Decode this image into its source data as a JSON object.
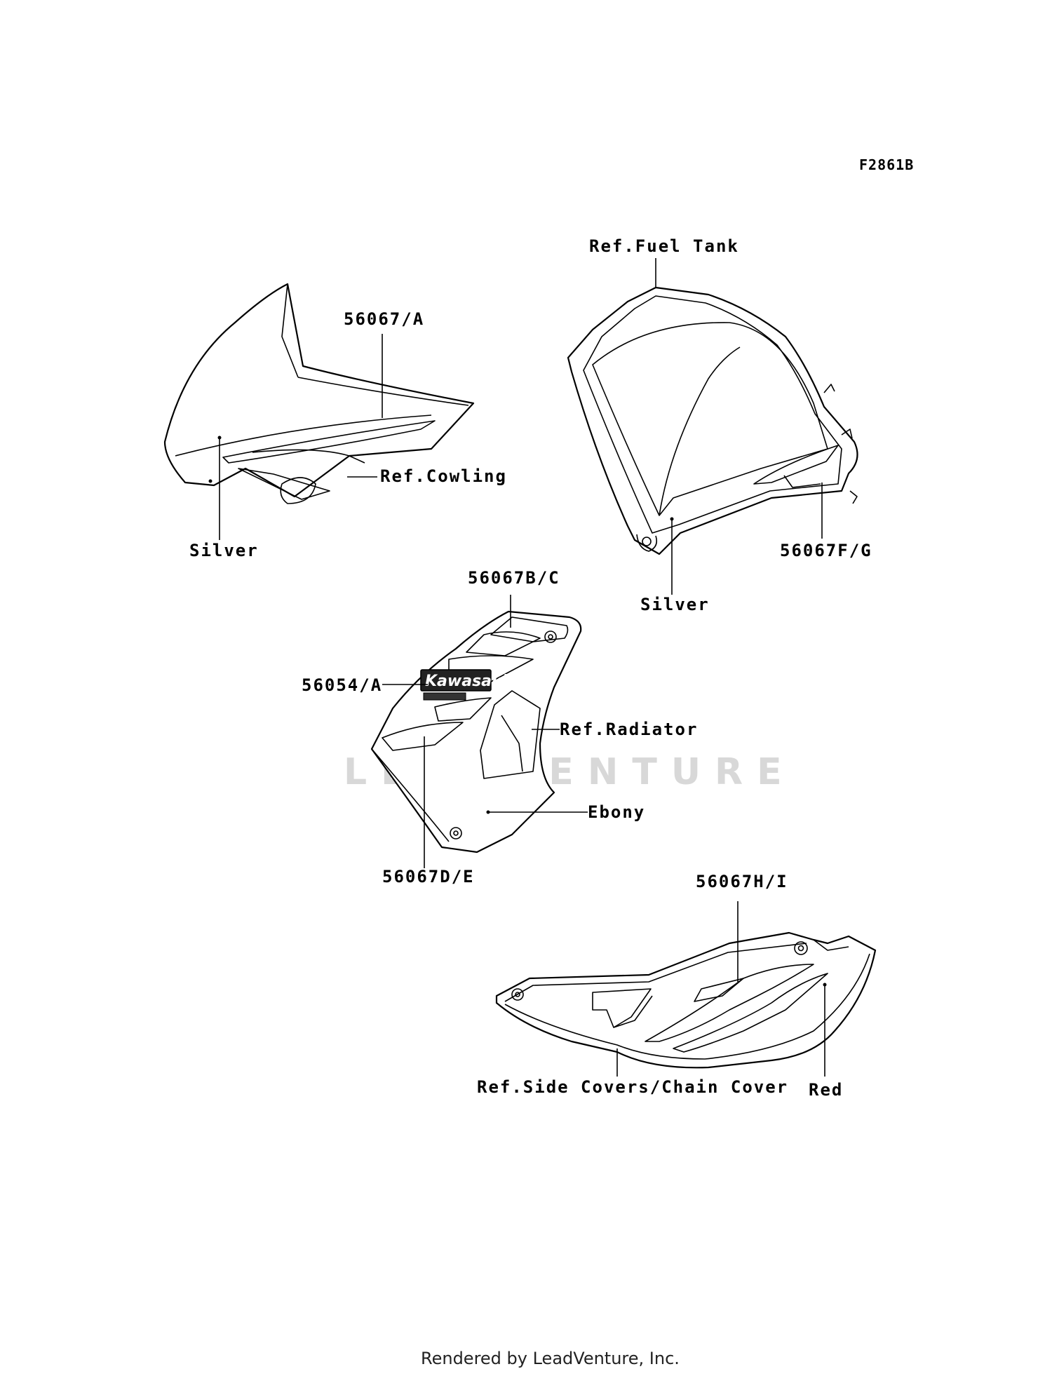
{
  "figure_code": "F2861B",
  "labels": {
    "ref_fuel_tank": "Ref.Fuel Tank",
    "p_56067_a": "56067/A",
    "ref_cowling": "Ref.Cowling",
    "silver_left": "Silver",
    "p_56067_fg": "56067F/G",
    "silver_right": "Silver",
    "p_56067_bc": "56067B/C",
    "p_56054_a": "56054/A",
    "ref_radiator": "Ref.Radiator",
    "ebony": "Ebony",
    "p_56067_de": "56067D/E",
    "p_56067_hi": "56067H/I",
    "ref_side_covers": "Ref.Side Covers/Chain Cover",
    "red": "Red"
  },
  "decal_brand": "Kawasaki",
  "watermark": "LEADVENTURE",
  "footer": "Rendered by LeadVenture, Inc."
}
